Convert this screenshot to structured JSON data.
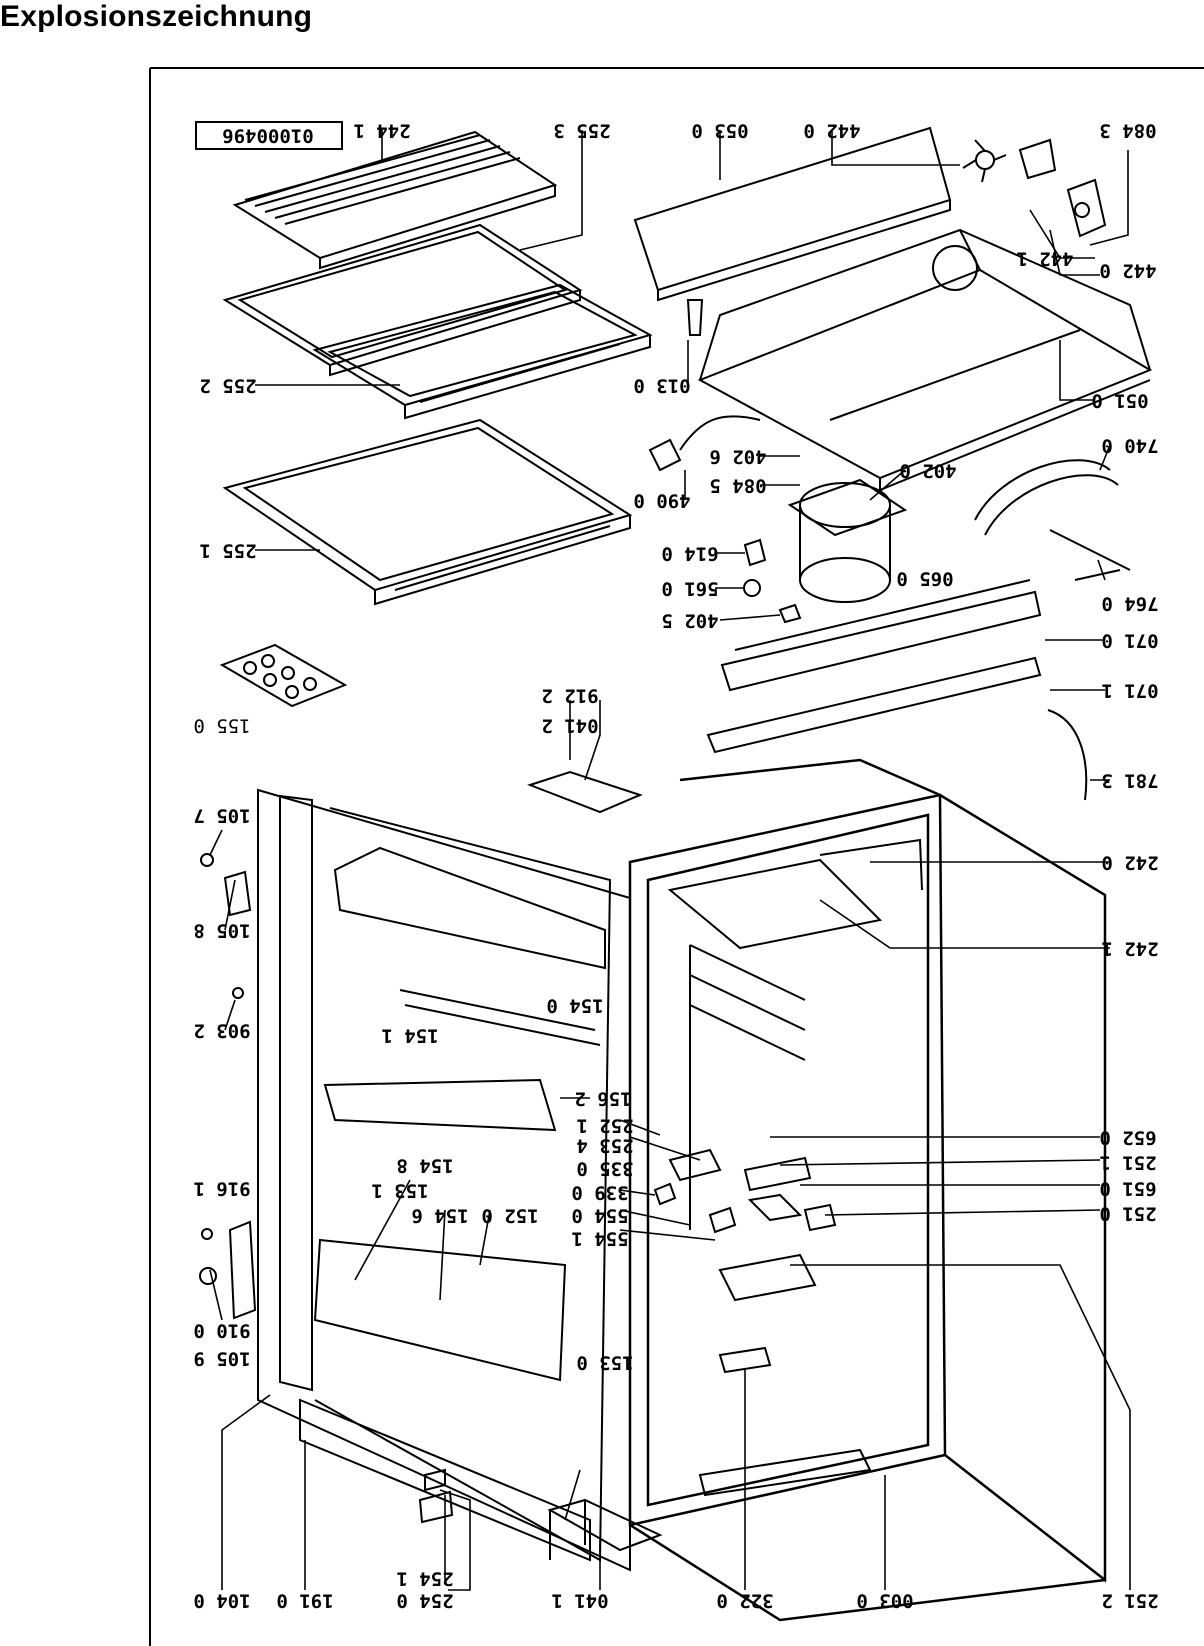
{
  "page": {
    "title": "Explosionszeichnung"
  },
  "drawing": {
    "doc_number": "01000496",
    "rotated_180": true,
    "parts": [
      "244 1",
      "255 3",
      "053 0",
      "442 0",
      "084 3",
      "442 1",
      "442 0",
      "013 0",
      "051 0",
      "255 2",
      "490 0",
      "402 6",
      "084 5",
      "402 0",
      "740 0",
      "255 1",
      "614 0",
      "065 0",
      "561 0",
      "764 0",
      "402 5",
      "071 0",
      "071 1",
      "155 0",
      "912 2",
      "041 2",
      "781 3",
      "105 7",
      "105 8",
      "154 0",
      "242 0",
      "242 1",
      "903 2",
      "154 1",
      "156 2",
      "252 1",
      "652 0",
      "253 4",
      "251 1",
      "154 8",
      "335 0",
      "153 1",
      "651 0",
      "916 1",
      "154 6",
      "152 0",
      "339 0",
      "554 0",
      "251 0",
      "554 1",
      "910 0",
      "105 9",
      "153 0",
      "104 0",
      "191 0",
      "254 0",
      "254 1",
      "041 1",
      "322 0",
      "003 0",
      "251 2"
    ]
  }
}
